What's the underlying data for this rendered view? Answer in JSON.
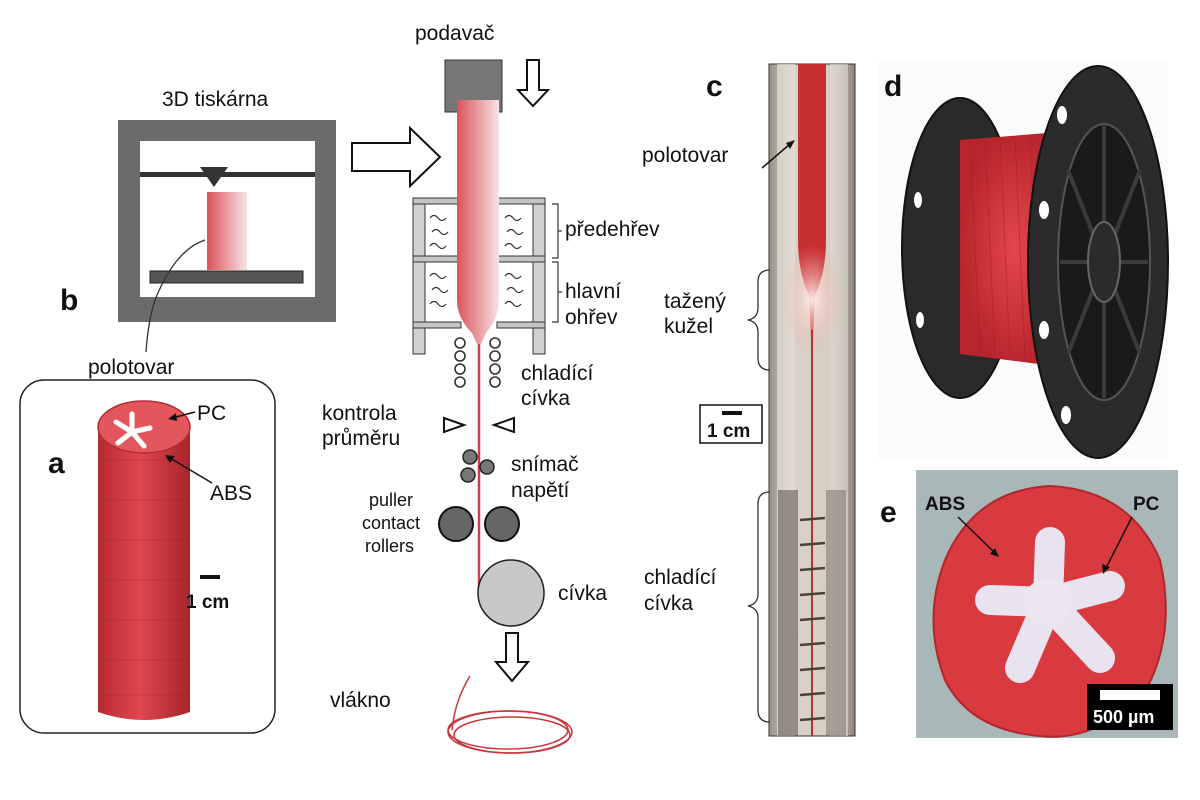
{
  "panels": {
    "a": "a",
    "b": "b",
    "c": "c",
    "d": "d",
    "e": "e"
  },
  "printer": {
    "title": "3D tiskárna",
    "preform_label": "polotovar"
  },
  "panel_a": {
    "pc": "PC",
    "abs": "ABS",
    "scale": "1 cm"
  },
  "draw_tower": {
    "feeder": "podavač",
    "preheat": "předehřev",
    "main_heat_1": "hlavní",
    "main_heat_2": "ohřev",
    "cooling_1": "chladící",
    "cooling_2": "cívka",
    "diameter_1": "kontrola",
    "diameter_2": "průměru",
    "tension_1": "snímač",
    "tension_2": "napětí",
    "puller_1": "puller",
    "puller_2": "contact",
    "puller_3": "rollers",
    "spool": "cívka",
    "fiber": "vlákno"
  },
  "panel_c": {
    "preform": "polotovar",
    "cone_1": "tažený",
    "cone_2": "kužel",
    "scale": "1 cm",
    "cooling_1": "chladící",
    "cooling_2": "cívka"
  },
  "panel_e": {
    "abs": "ABS",
    "pc": "PC",
    "scale": "500 µm"
  },
  "colors": {
    "filament_red": "#d63a42",
    "dark_gray": "#555555",
    "light_gray": "#c8c8c8"
  }
}
